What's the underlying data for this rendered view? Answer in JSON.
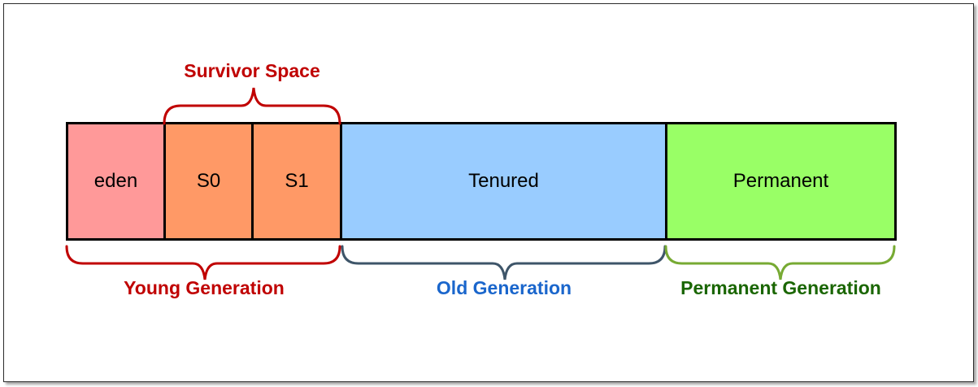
{
  "segments": {
    "eden": "eden",
    "s0": "S0",
    "s1": "S1",
    "tenured": "Tenured",
    "permanent": "Permanent"
  },
  "labels": {
    "survivor": "Survivor Space",
    "young": "Young Generation",
    "old": "Old Generation",
    "permanent": "Permanent Generation"
  },
  "colors": {
    "eden": "#ff9999",
    "survivor": "#ff9966",
    "tenured": "#99ccff",
    "permanent": "#99ff66",
    "young_text": "#c00000",
    "old_text": "#1a66cc",
    "perm_text": "#1a6600",
    "young_brace": "#c00000",
    "old_brace": "#3e5569",
    "perm_brace": "#77aa33"
  }
}
